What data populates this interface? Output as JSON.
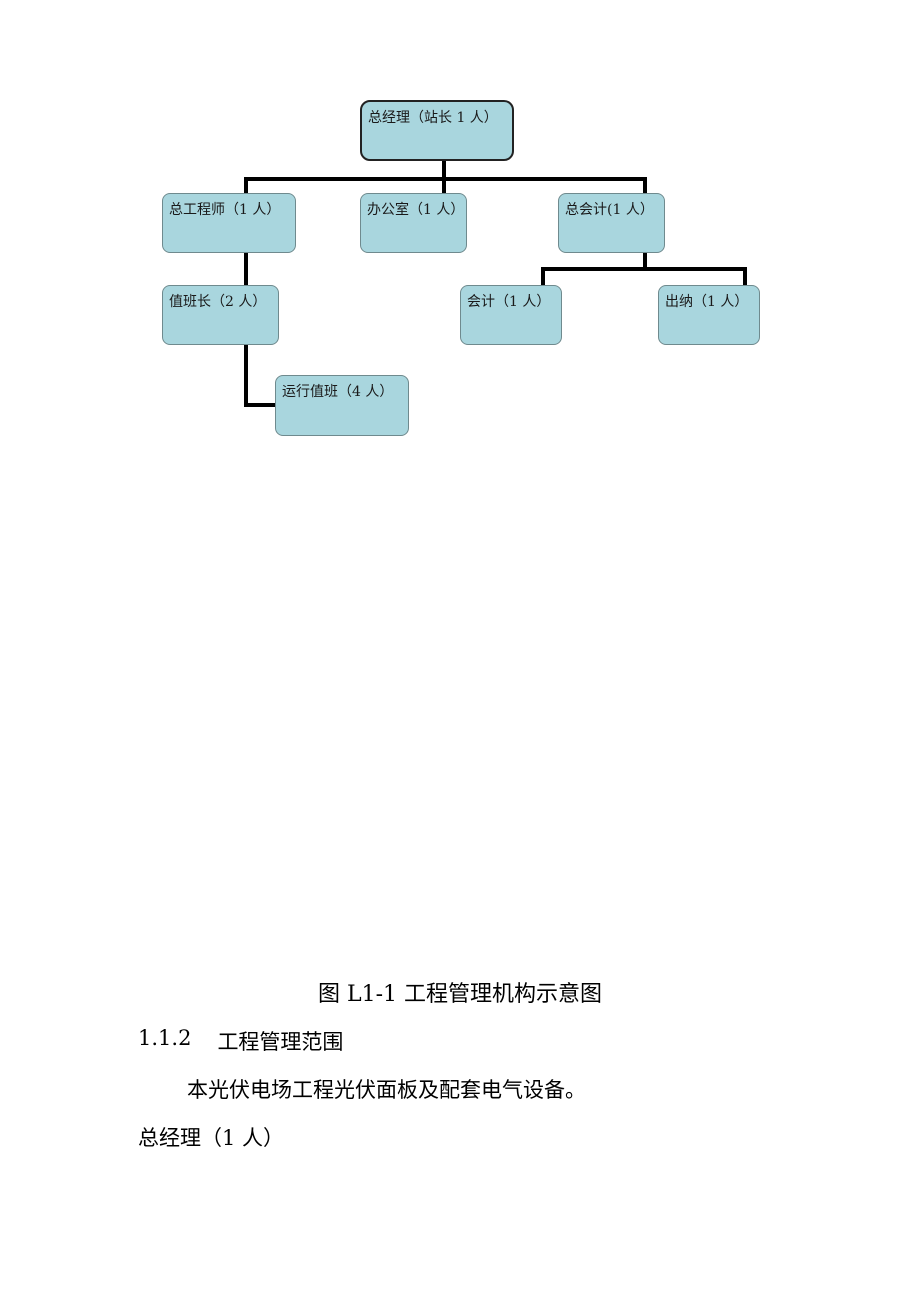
{
  "org_chart": {
    "root": "总经理（站长 1 人）",
    "chief_engineer": "总工程师（1 人）",
    "office": "办公室（1 人）",
    "chief_accountant": "总会计(1 人）",
    "shift_leader": "值班长（2 人）",
    "operation_duty": "运行值班（4 人）",
    "accountant": "会计（1 人）",
    "cashier": "出纳（1 人）"
  },
  "caption": "图 L1-1 工程管理机构示意图",
  "section": {
    "number": "1.1.2",
    "title": "工程管理范围"
  },
  "paragraph": "本光伏电场工程光伏面板及配套电气设备。",
  "trailing_line": "总经理（1 人）"
}
